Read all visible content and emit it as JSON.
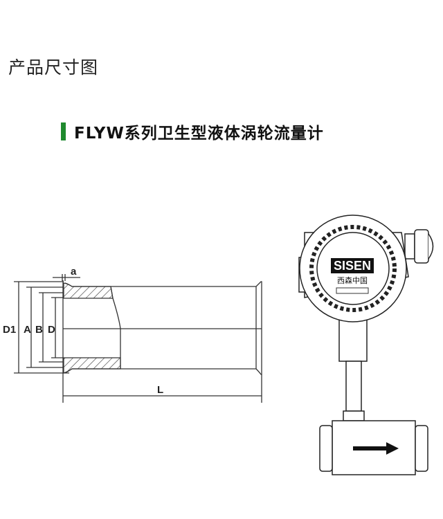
{
  "page_title": "产品尺寸图",
  "section": {
    "title": "FLYW系列卫生型液体涡轮流量计",
    "accent_color": "#1f8a2e"
  },
  "dimension_drawing": {
    "labels": {
      "d1": "D1",
      "a_dim": "A",
      "b_dim": "B",
      "d_dim": "D",
      "a_small": "a",
      "length": "L"
    }
  },
  "product_image": {
    "logo_text": "SISEN",
    "logo_sub": "西森中国"
  }
}
